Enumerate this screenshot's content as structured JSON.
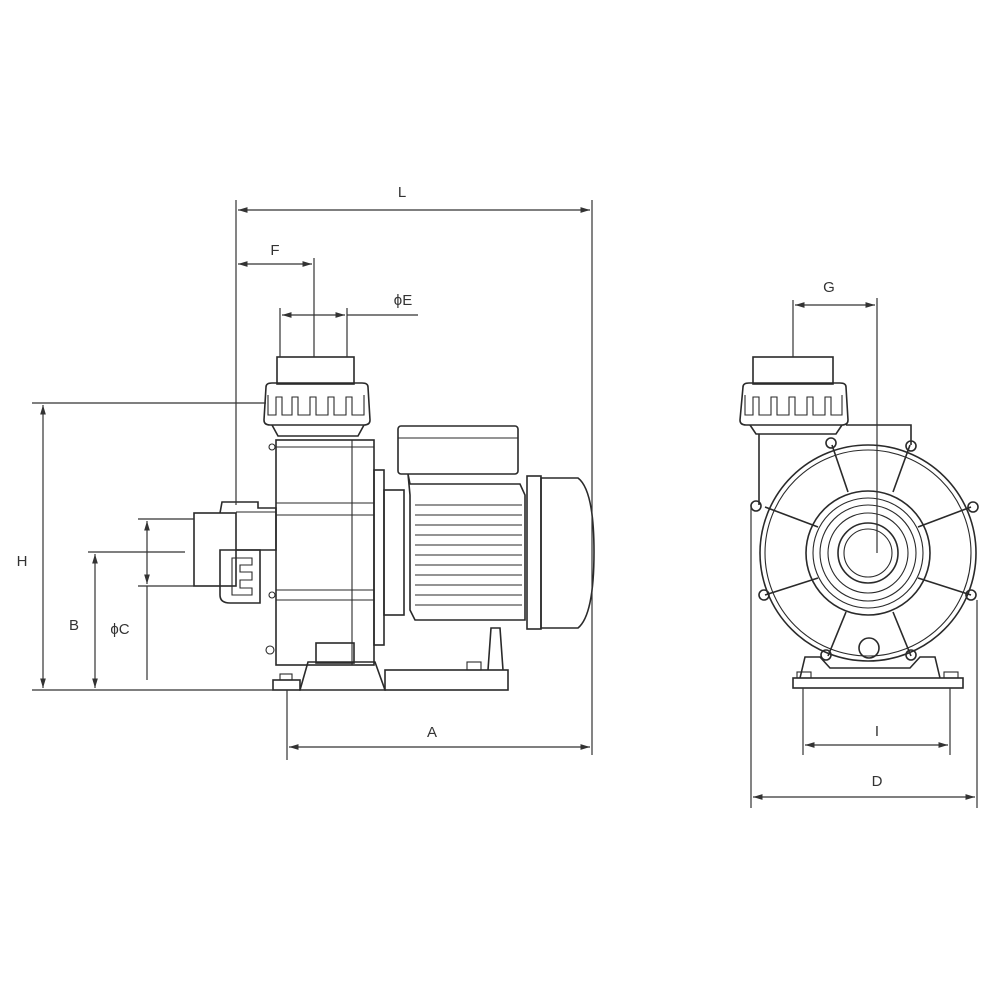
{
  "drawing": {
    "dimensions": {
      "L": "L",
      "F": "F",
      "E": "ϕE",
      "G": "G",
      "H": "H",
      "B": "B",
      "C": "ϕC",
      "A": "A",
      "I": "I",
      "D": "D"
    },
    "line_color": "#2a2a2a"
  }
}
